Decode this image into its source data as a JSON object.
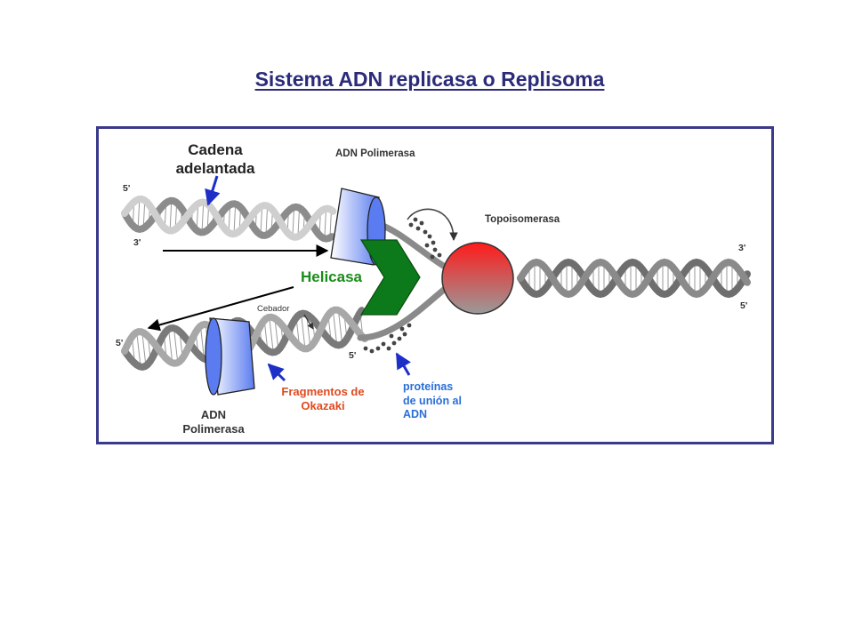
{
  "title": "Sistema ADN replicasa o Replisoma",
  "labels": {
    "leading_strand_line1": "Cadena",
    "leading_strand_line2": "adelantada",
    "polymerase_top": "ADN Polimerasa",
    "topoisomerase": "Topoisomerasa",
    "helicase": "Helicasa",
    "primer": "Cebador",
    "okazaki_line1": "Fragmentos de",
    "okazaki_line2": "Okazaki",
    "ssb_line1": "proteínas",
    "ssb_line2": "de unión al",
    "ssb_line3": "ADN",
    "polymerase_bottom_line1": "ADN",
    "polymerase_bottom_line2": "Polimerasa"
  },
  "strand_ends": {
    "top_left_5": "5'",
    "top_left_3": "3'",
    "right_3": "3'",
    "right_5": "5'",
    "bottom_left_5": "5'",
    "bottom_mid_5": "5'"
  },
  "colors": {
    "title": "#2b2b7a",
    "frame": "#3a3a8c",
    "helicase": "#1a8c1a",
    "okazaki": "#e04a1e",
    "ssb": "#2a6fd8",
    "topoisomerase_top": "#ff1a1a",
    "topoisomerase_bottom": "#9a9a9a",
    "polymerase": "#5a7cf0"
  }
}
